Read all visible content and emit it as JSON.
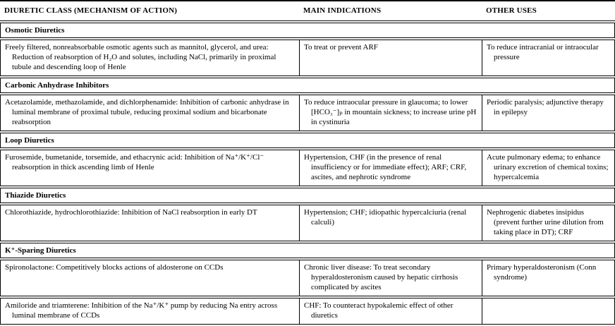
{
  "table": {
    "header": {
      "col1": "DIURETIC CLASS (MECHANISM OF ACTION)",
      "col2": "MAIN INDICATIONS",
      "col3": "OTHER USES"
    },
    "sections": [
      {
        "title": "Osmotic Diuretics",
        "rows": [
          {
            "mechanism": "Freely filtered, nonreabsorbable osmotic agents such as mannitol, glycerol, and urea: Reduction of reabsorption of H₂O and solutes, including NaCl, primarily in proximal tubule and descending loop of Henle",
            "indications": "To treat or prevent ARF",
            "other_uses": "To reduce intracranial or intraocular pressure"
          }
        ]
      },
      {
        "title": "Carbonic Anhydrase Inhibitors",
        "rows": [
          {
            "mechanism": "Acetazolamide, methazolamide, and dichlorphenamide: Inhibition of carbonic anhydrase in luminal membrane of proximal tubule, reducing proximal sodium and bicarbonate reabsorption",
            "indications": "To reduce intraocular pressure in glaucoma; to lower [HCO₃⁻]ₚ in mountain sickness; to increase urine pH in cystinuria",
            "other_uses": "Periodic paralysis; adjunctive therapy in epilepsy"
          }
        ]
      },
      {
        "title": "Loop Diuretics",
        "rows": [
          {
            "mechanism": "Furosemide, bumetanide, torsemide, and ethacrynic acid: Inhibition of Na⁺/K⁺/Cl⁻ reabsorption in thick ascending limb of Henle",
            "indications": "Hypertension, CHF (in the presence of renal insufficiency or for immediate effect); ARF; CRF, ascites, and nephrotic syndrome",
            "other_uses": "Acute pulmonary edema; to enhance urinary excretion of chemical toxins; hypercalcemia"
          }
        ]
      },
      {
        "title": "Thiazide Diuretics",
        "rows": [
          {
            "mechanism": "Chlorothiazide, hydrochlorothiazide: Inhibition of NaCl reabsorption in early DT",
            "indications": "Hypertension; CHF; idiopathic hypercalciuria (renal calculi)",
            "other_uses": "Nephrogenic diabetes insipidus (prevent further urine dilution from taking place in DT); CRF"
          }
        ]
      },
      {
        "title": "K⁺-Sparing Diuretics",
        "rows": [
          {
            "mechanism": "Spironolactone: Competitively blocks actions of aldosterone on CCDs",
            "indications": "Chronic liver disease: To treat secondary hyperaldosteronism caused by hepatic cirrhosis complicated by ascites",
            "other_uses": "Primary hyperaldosteronism (Conn syndrome)"
          },
          {
            "mechanism": "Amiloride and triamterene: Inhibition of the Na⁺/K⁺ pump by reducing Na entry across luminal membrane of CCDs",
            "indications": "CHF: To counteract hypokalemic effect of other diuretics",
            "other_uses": ""
          }
        ]
      }
    ]
  }
}
